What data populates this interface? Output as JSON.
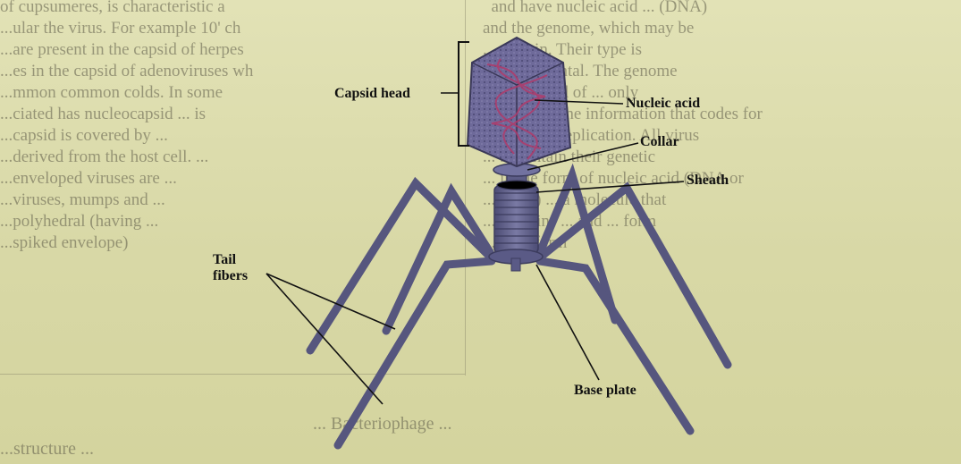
{
  "labels": {
    "capsid_head": "Capsid head",
    "nucleic_acid": "Nucleic acid",
    "collar": "Collar",
    "sheath": "Sheath",
    "tail_fibers_line1": "Tail",
    "tail_fibers_line2": "fibers",
    "base_plate": "Base plate"
  },
  "colors": {
    "page_background": "#dcdcaa",
    "capsid": "#6e6a9a",
    "nucleic_acid": "#b03a6a",
    "tail": "#5c5c86",
    "label_text": "#111111"
  }
}
